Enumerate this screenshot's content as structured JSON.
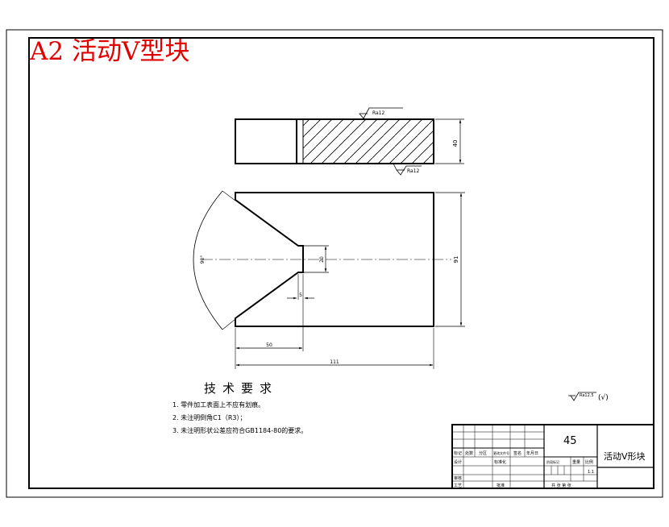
{
  "header": {
    "title": "A2 活动V型块"
  },
  "surface_symbols": {
    "top_callout": "Ra12",
    "bottom_callout": "Ra12",
    "general": "Ra12.5",
    "general_tail": "(√)"
  },
  "dimensions": {
    "top_height": "40",
    "total_height": "91",
    "total_width": "111",
    "left_offset": "50",
    "slot_width": "5",
    "slot_height": "20",
    "angle": "90°"
  },
  "tech_requirements": {
    "title": "技术要求",
    "items": [
      "1. 零件加工表面上不应有划痕。",
      "2. 未注明倒角C1（R3）；",
      "3. 未注明形状公差应符合GB1184-80的要求。"
    ]
  },
  "title_block": {
    "material": "45",
    "part_name": "活动V形块",
    "row_labels": [
      "标记",
      "处数",
      "分区",
      "更改文件号",
      "签名",
      "年月日"
    ],
    "left_labels": [
      "设计",
      "审核",
      "工艺"
    ],
    "std_label": "标准化",
    "approve_label": "批准",
    "stage_label": "阶段标记",
    "weight_label": "重量",
    "scale_label": "比例",
    "scale_value": "1:1",
    "sheet_text": "共  张  第  张"
  }
}
